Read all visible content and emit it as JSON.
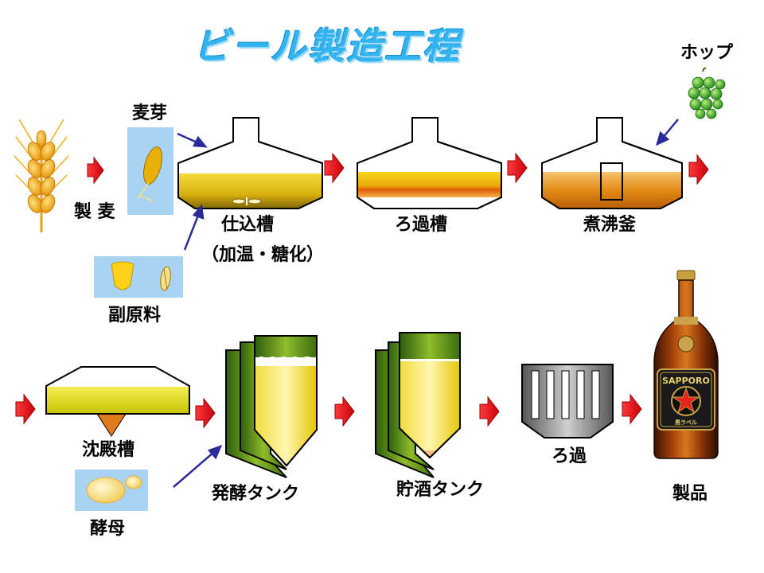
{
  "title": "ビール製造工程",
  "labels": {
    "barley": "製 麦",
    "malt": "麦芽",
    "adjuncts": "副原料",
    "mash_tun": "仕込槽",
    "mash_tun_note": "（加温・糖化）",
    "lauter_tun": "ろ過槽",
    "wort_kettle": "煮沸釜",
    "hops": "ホップ",
    "settling_tank": "沈殿槽",
    "yeast": "酵母",
    "fermentation_tank": "発酵タンク",
    "storage_tank": "貯酒タンク",
    "filtration": "ろ過",
    "product": "製品"
  },
  "bottle": {
    "brand": "SAPPORO",
    "sub_label": "黒ラベル"
  },
  "colors": {
    "title": "#33b4f0",
    "flow_arrow": "#e8001c",
    "input_arrow": "#2a2a9a",
    "ingredient_box": "#a9d3f2",
    "tank_green": "#3f7a1a",
    "beer_gold": "#e8c000"
  }
}
